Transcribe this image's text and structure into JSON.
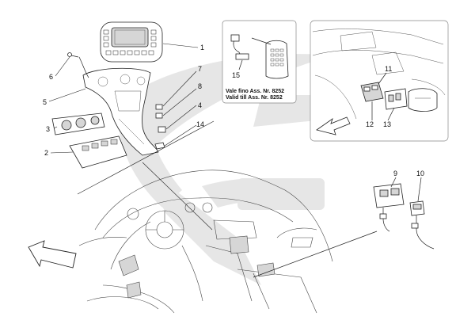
{
  "diagram": {
    "colors": {
      "background": "#ffffff",
      "watermark": "#e6e6e6",
      "line": "#222222",
      "frame": "#888888"
    },
    "callouts": {
      "c1": "1",
      "c2": "2",
      "c3": "3",
      "c4": "4",
      "c5": "5",
      "c6": "6",
      "c7": "7",
      "c8": "8",
      "c9": "9",
      "c10": "10",
      "c11": "11",
      "c12": "12",
      "c13": "13",
      "c14": "14",
      "c15": "15"
    },
    "inset_note": {
      "line1": "Vale fino Ass. Nr. 8252",
      "line2": "Valid till Ass. Nr. 8252"
    },
    "icons": [
      "direction-arrow-icon",
      "direction-arrow-icon"
    ]
  }
}
